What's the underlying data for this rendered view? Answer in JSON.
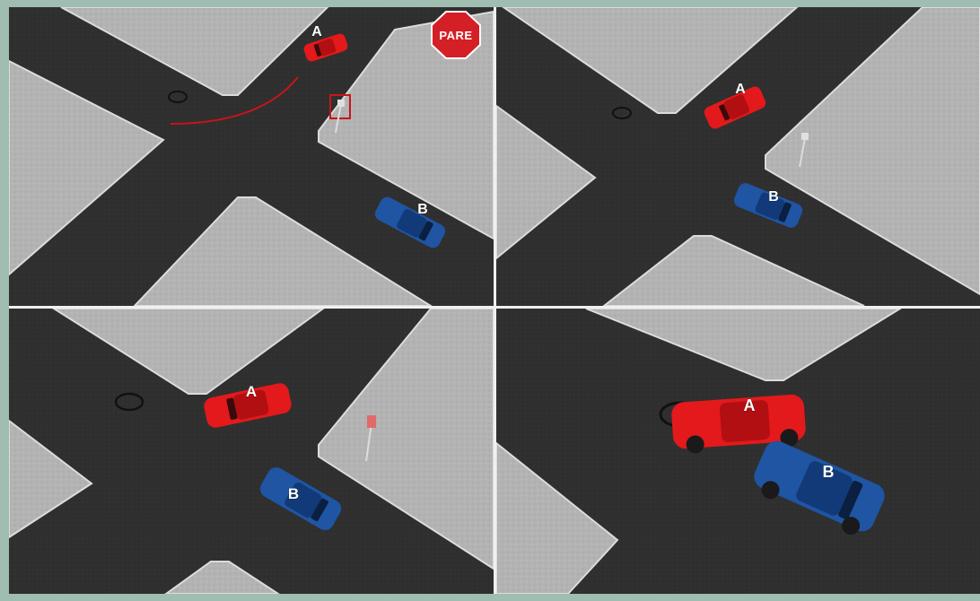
{
  "panels": [
    {
      "car_a": "A",
      "car_b": "B",
      "sign_text": "PARE"
    },
    {
      "car_a": "A",
      "car_b": "B"
    },
    {
      "car_a": "A",
      "car_b": "B"
    },
    {
      "car_a": "A",
      "car_b": "B"
    }
  ],
  "colors": {
    "road": "#2e2e2e",
    "sidewalk": "#b5b5b5",
    "curb": "#d9d9d9",
    "car_a": "#e3191b",
    "car_b": "#1f55a3",
    "stop_sign": "#d41f26",
    "path": "#c8141a",
    "background": "#9fbdb0"
  },
  "icons": [
    "stop-sign-icon",
    "manhole-icon",
    "sign-post-icon"
  ]
}
